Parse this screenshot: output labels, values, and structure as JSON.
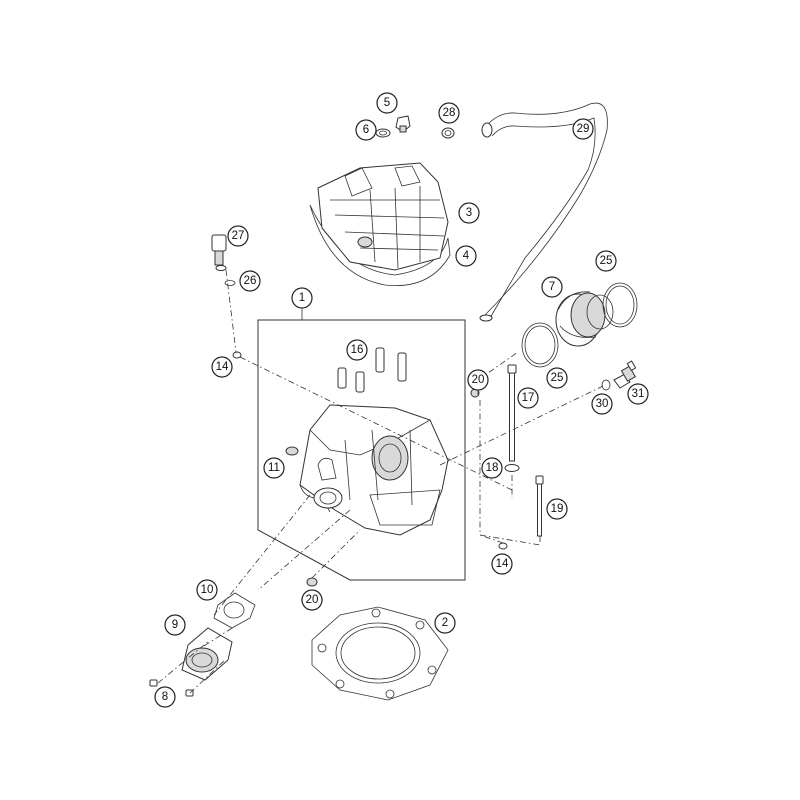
{
  "diagram": {
    "callouts": [
      {
        "id": "c1",
        "label": "1"
      },
      {
        "id": "c2",
        "label": "2"
      },
      {
        "id": "c3",
        "label": "3"
      },
      {
        "id": "c4",
        "label": "4"
      },
      {
        "id": "c5",
        "label": "5"
      },
      {
        "id": "c6",
        "label": "6"
      },
      {
        "id": "c7",
        "label": "7"
      },
      {
        "id": "c8",
        "label": "8"
      },
      {
        "id": "c9",
        "label": "9"
      },
      {
        "id": "c10",
        "label": "10"
      },
      {
        "id": "c11",
        "label": "11"
      },
      {
        "id": "c14a",
        "label": "14"
      },
      {
        "id": "c14b",
        "label": "14"
      },
      {
        "id": "c16",
        "label": "16"
      },
      {
        "id": "c17",
        "label": "17"
      },
      {
        "id": "c18",
        "label": "18"
      },
      {
        "id": "c19",
        "label": "19"
      },
      {
        "id": "c20a",
        "label": "20"
      },
      {
        "id": "c20b",
        "label": "20"
      },
      {
        "id": "c25a",
        "label": "25"
      },
      {
        "id": "c25b",
        "label": "25"
      },
      {
        "id": "c26",
        "label": "26"
      },
      {
        "id": "c27",
        "label": "27"
      },
      {
        "id": "c28",
        "label": "28"
      },
      {
        "id": "c29",
        "label": "29"
      },
      {
        "id": "c30",
        "label": "30"
      },
      {
        "id": "c31",
        "label": "31"
      }
    ]
  }
}
